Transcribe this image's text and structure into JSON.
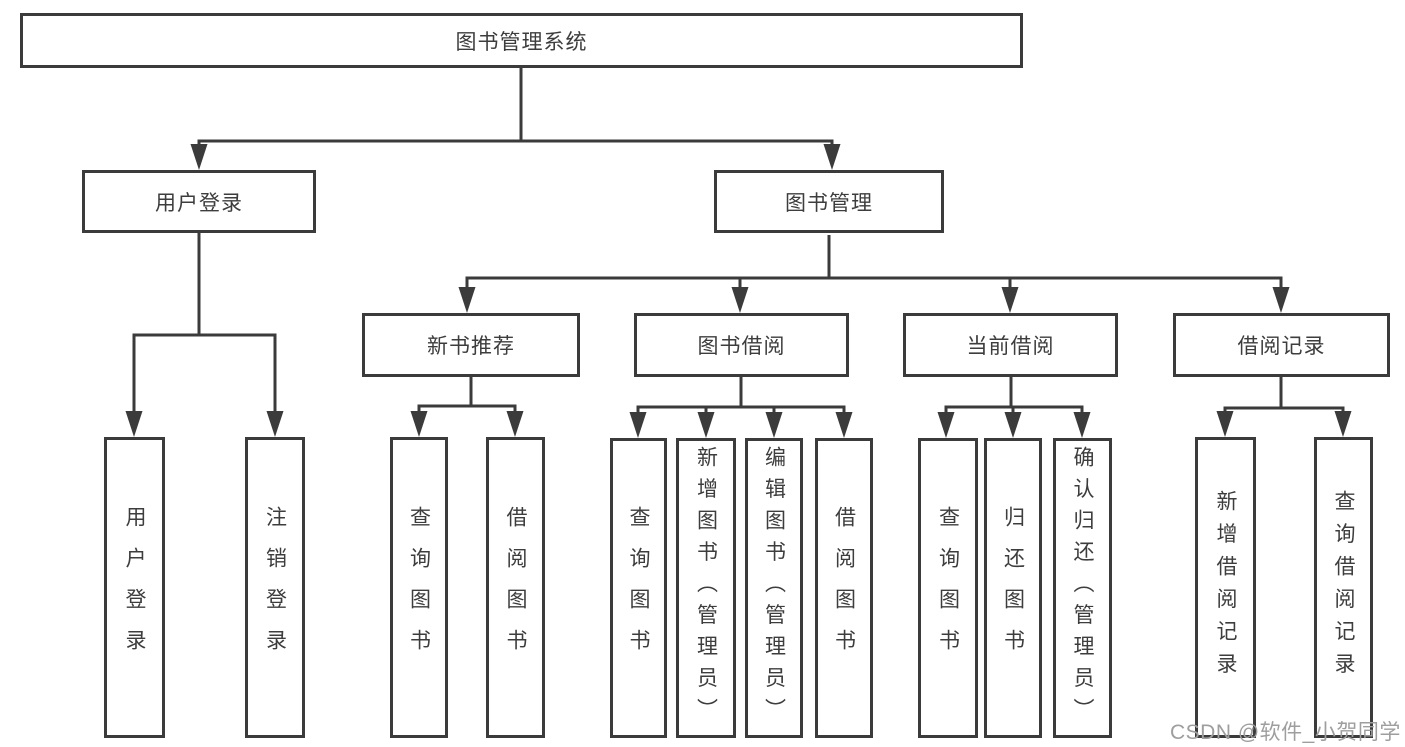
{
  "diagram": {
    "root": {
      "label": "图书管理系统"
    },
    "level2": [
      {
        "label": "用户登录"
      },
      {
        "label": "图书管理"
      }
    ],
    "level3": [
      {
        "label": "新书推荐"
      },
      {
        "label": "图书借阅"
      },
      {
        "label": "当前借阅"
      },
      {
        "label": "借阅记录"
      }
    ],
    "leaves": {
      "user_login": [
        {
          "label": "用户登录"
        },
        {
          "label": "注销登录"
        }
      ],
      "new_books": [
        {
          "label": "查询图书"
        },
        {
          "label": "借阅图书"
        }
      ],
      "book_borrow": [
        {
          "label": "查询图书"
        },
        {
          "label": "新增图书（管理员）"
        },
        {
          "label": "编辑图书（管理员）"
        },
        {
          "label": "借阅图书"
        }
      ],
      "current_borrow": [
        {
          "label": "查询图书"
        },
        {
          "label": "归还图书"
        },
        {
          "label": "确认归还（管理员）"
        }
      ],
      "borrow_records": [
        {
          "label": "新增借阅记录"
        },
        {
          "label": "查询借阅记录"
        }
      ]
    }
  },
  "watermark": {
    "text": "CSDN @软件_小贺同学"
  },
  "colors": {
    "line": "#3b3b3b",
    "text": "#3d3d3d",
    "watermark": "#9e9e9e",
    "background": "#ffffff"
  }
}
